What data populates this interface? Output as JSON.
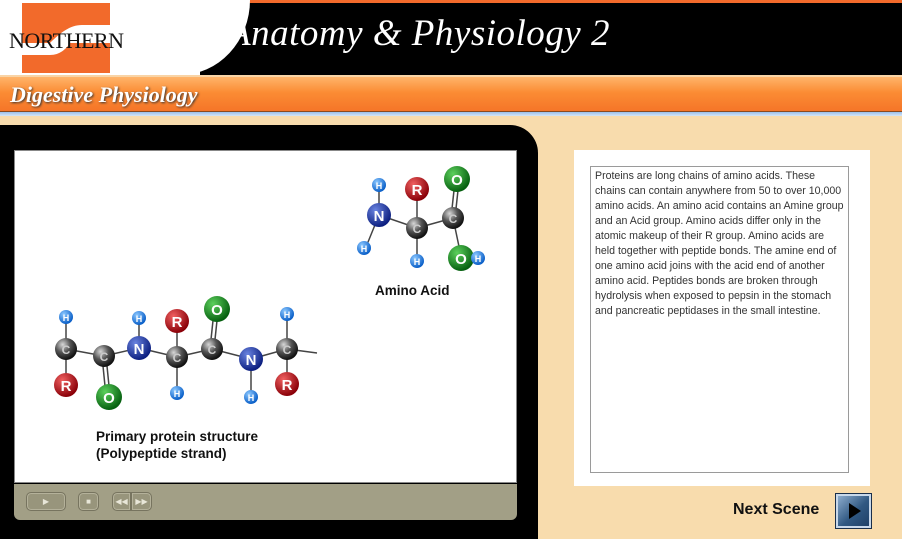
{
  "header": {
    "logo_text": "NORTHERN",
    "app_title": "Anatomy & Physiology 2",
    "section_title": "Digestive Physiology"
  },
  "stage": {
    "amino_acid_caption": "Amino Acid",
    "primary_caption_line1": "Primary protein structure",
    "primary_caption_line2": "(Polypeptide strand)",
    "atoms": {
      "H": "H",
      "N": "N",
      "C": "C",
      "R": "R",
      "O": "O",
      "OH": "O"
    }
  },
  "controls": {
    "play_icon": "play-icon",
    "stop_icon": "stop-icon",
    "rewind_icon": "rewind-icon",
    "forward_icon": "fast-forward-icon"
  },
  "text_panel": {
    "body": "Proteins are long chains of amino acids. These chains can contain anywhere from 50 to over 10,000 amino acids. An amino acid contains an Amine group and an Acid group. Amino acids differ only in the atomic makeup of their R group. Amino acids are held together with peptide bonds. The amine end of one amino acid joins with the acid end of another amino acid. Peptides bonds are broken through hydrolysis when exposed to pepsin in the stomach and pancreatic peptidases in the small intestine."
  },
  "navigation": {
    "next_label": "Next Scene"
  },
  "colors": {
    "orange": "#f57528",
    "background": "#f8dcad",
    "hydrogen": "#1a7fe0",
    "nitrogen": "#1a3aa8",
    "carbon": "#333333",
    "rgroup": "#b3101a",
    "oxygen": "#0f8a1a"
  }
}
